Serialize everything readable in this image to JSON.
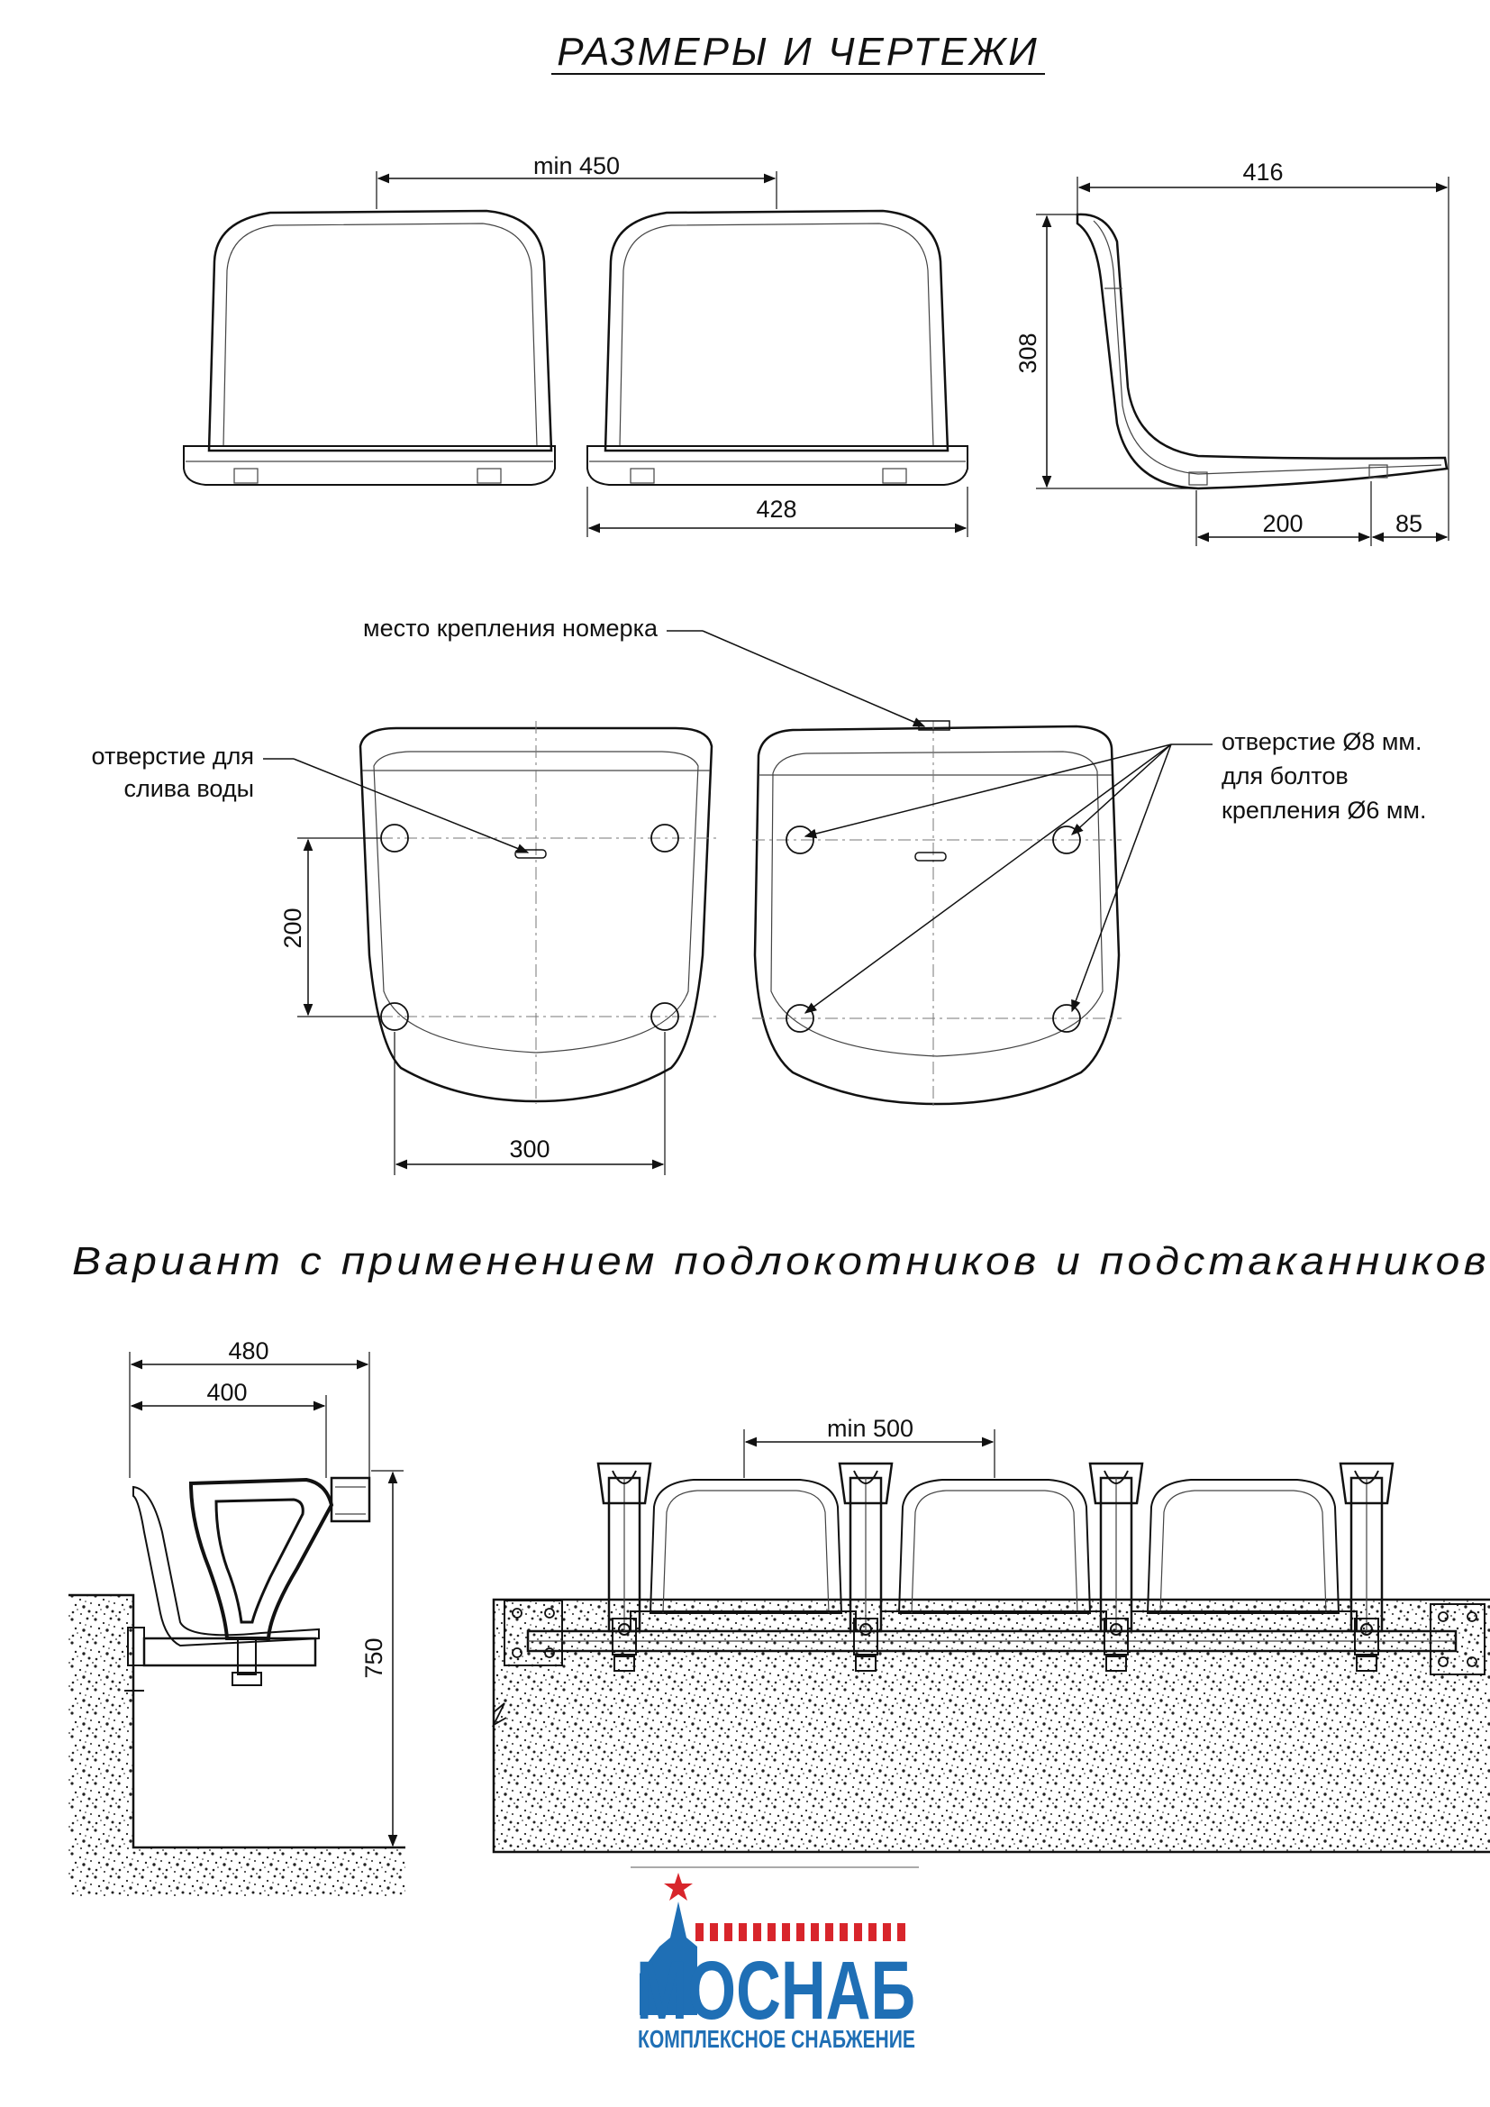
{
  "title": "РАЗМЕРЫ И ЧЕРТЕЖИ",
  "top_view": {
    "dim_min_spacing": "min 450",
    "dim_seat_width": "428",
    "dim_depth": "416",
    "dim_height": "308",
    "dim_mount": "200",
    "dim_offset": "85"
  },
  "bottom_view": {
    "label_number_plate": "место крепления номерка",
    "label_drain_line1": "отверстие для",
    "label_drain_line2": "слива воды",
    "label_hole_line1": "отверстие Ø8 мм.",
    "label_hole_line2": "для болтов",
    "label_hole_line3": "крепления Ø6 мм.",
    "dim_hole_vertical": "200",
    "dim_hole_horizontal": "300"
  },
  "variant_heading": "Вариант с применением подлокотников и подстаканников",
  "armrest_view": {
    "dim_outer_width": "480",
    "dim_inner_width": "400",
    "dim_height": "750"
  },
  "row_view": {
    "dim_min_spacing": "min 500"
  },
  "logo": {
    "brand": "МОСНАБ",
    "tagline": "КОМПЛЕКСНОЕ СНАБЖЕНИЕ",
    "color": "#1f6fb5",
    "accent_color": "#d8252b"
  }
}
